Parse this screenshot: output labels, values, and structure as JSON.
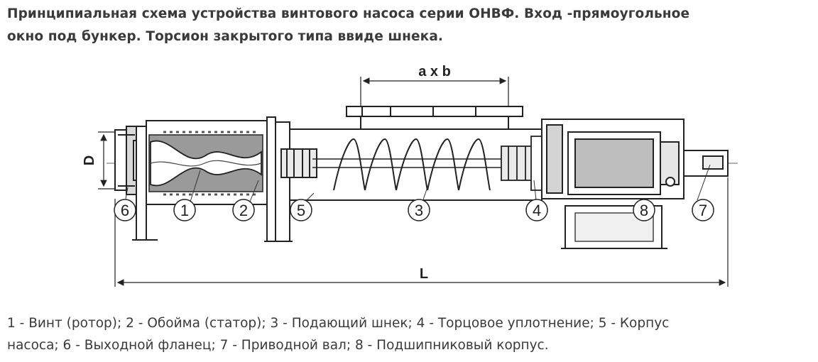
{
  "heading": {
    "line1": "Принципиальная схема устройства винтового насоса серии ОНВФ. Вход -прямоугольное",
    "line2": "окно под бункер. Торсион закрытого типа ввиде шнека."
  },
  "diagram": {
    "dim_top": "a x b",
    "dim_left": "D",
    "dim_bottom": "L",
    "callouts": [
      {
        "num": "6"
      },
      {
        "num": "1"
      },
      {
        "num": "2"
      },
      {
        "num": "5"
      },
      {
        "num": "3"
      },
      {
        "num": "4"
      },
      {
        "num": "8"
      },
      {
        "num": "7"
      }
    ]
  },
  "legend": {
    "line1": "1 - Винт (ротор); 2 - Обойма (статор); 3 - Подающий шнек; 4 - Торцовое уплотнение; 5 - Корпус",
    "line2": "насоса; 6 - Выходной фланец; 7 - Приводной вал; 8 - Подшипниковый корпус."
  }
}
